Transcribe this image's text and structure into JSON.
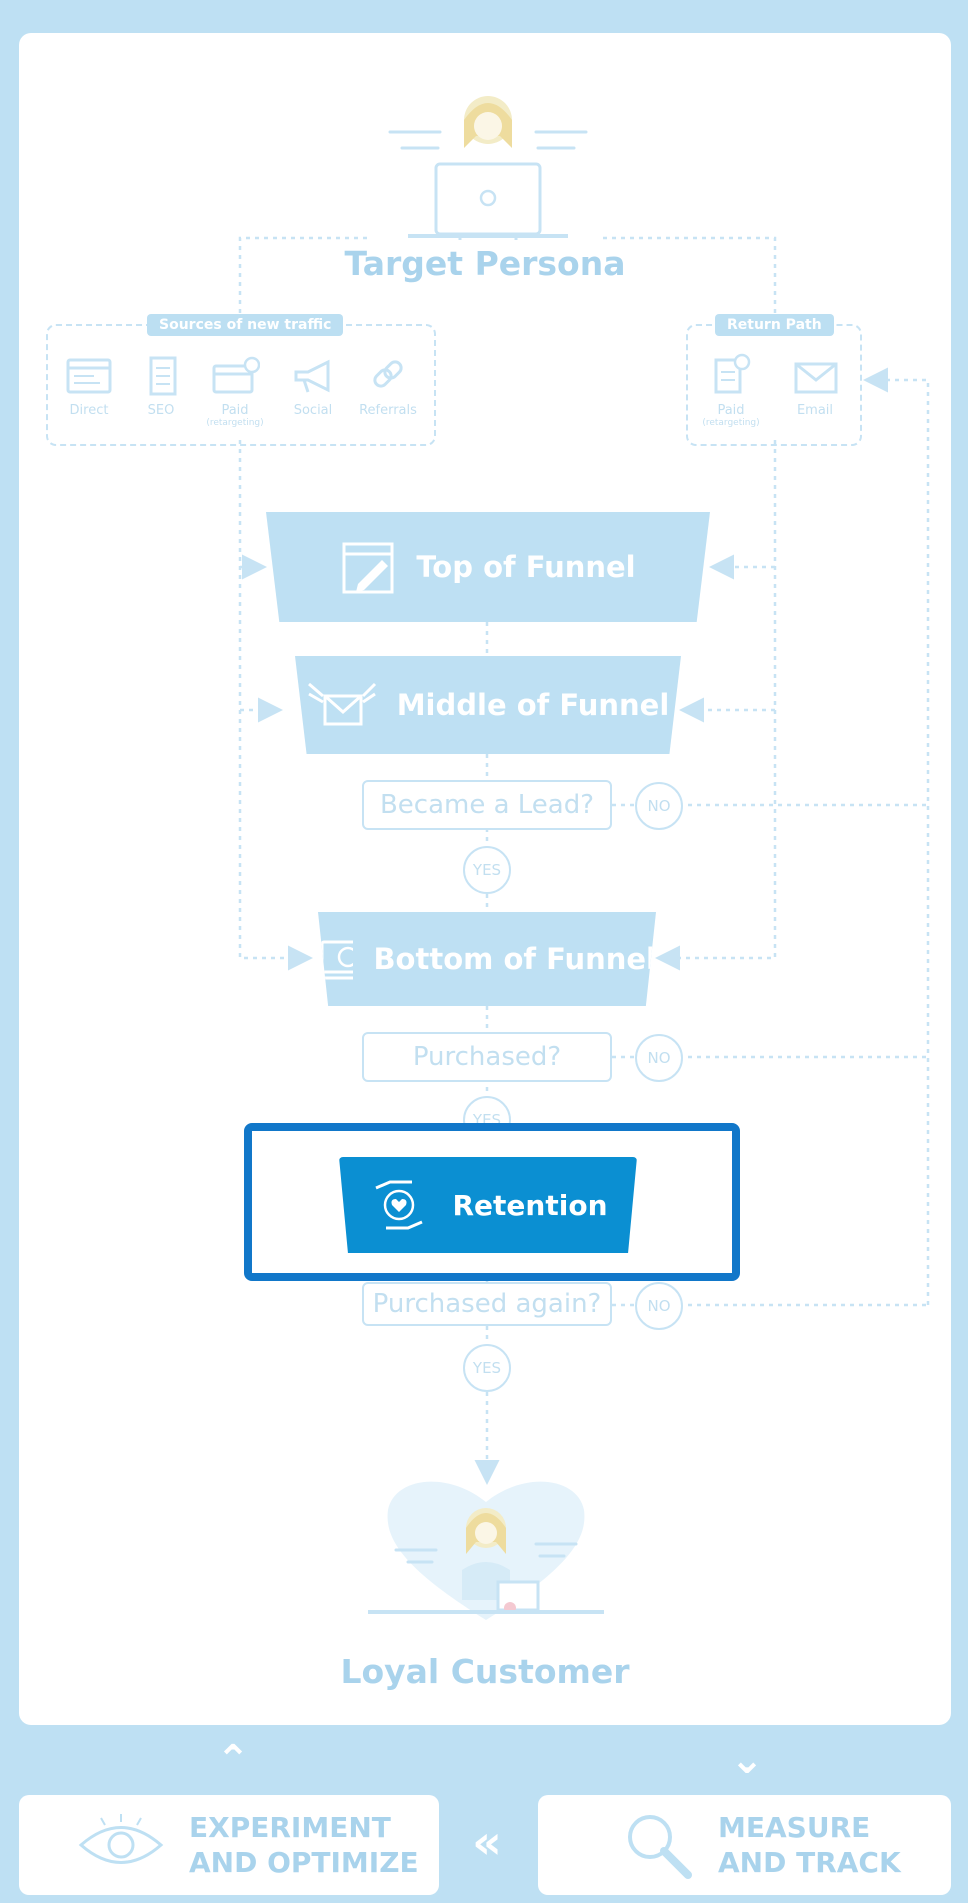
{
  "diagram": {
    "top_node": {
      "title": "Target Persona"
    },
    "sources_group": {
      "label": "Sources of new traffic",
      "items": [
        {
          "label": "Direct",
          "sub": "",
          "icon": "browser-window-icon"
        },
        {
          "label": "SEO",
          "sub": "",
          "icon": "document-icon"
        },
        {
          "label": "Paid",
          "sub": "(retargeting)",
          "icon": "ad-card-icon"
        },
        {
          "label": "Social",
          "sub": "",
          "icon": "megaphone-icon"
        },
        {
          "label": "Referrals",
          "sub": "",
          "icon": "chain-link-icon"
        }
      ]
    },
    "return_group": {
      "label": "Return Path",
      "items": [
        {
          "label": "Paid",
          "sub": "(retargeting)",
          "icon": "paid-document-icon"
        },
        {
          "label": "Email",
          "sub": "",
          "icon": "envelope-icon"
        }
      ]
    },
    "stages": [
      {
        "label": "Top of Funnel",
        "icon": "pencil-page-icon"
      },
      {
        "label": "Middle of Funnel",
        "icon": "winged-envelope-icon"
      },
      {
        "label": "Bottom of Funnel",
        "icon": "money-bill-icon"
      }
    ],
    "questions": [
      {
        "label": "Became a Lead?",
        "yes": "YES",
        "no": "NO"
      },
      {
        "label": "Purchased?",
        "yes": "YES",
        "no": "NO"
      },
      {
        "label": "Purchased again?",
        "yes": "YES",
        "no": "NO"
      }
    ],
    "highlighted_stage": {
      "label": "Retention",
      "icon": "hands-heart-icon"
    },
    "end_node": {
      "title": "Loyal Customer"
    }
  },
  "bottom_bar": {
    "left": {
      "label": "EXPERIMENT\nAND OPTIMIZE",
      "icon": "eye-icon"
    },
    "right": {
      "label": "MEASURE\nAND TRACK",
      "icon": "magnifier-icon"
    },
    "arrow": "«",
    "up_chevron": "⌃",
    "down_chevron": "⌄"
  },
  "colors": {
    "background": "#bee0f3",
    "faded_blue": "#bee0f3",
    "highlight_border": "#1177c9",
    "highlight_fill": "#0b8fd2"
  }
}
